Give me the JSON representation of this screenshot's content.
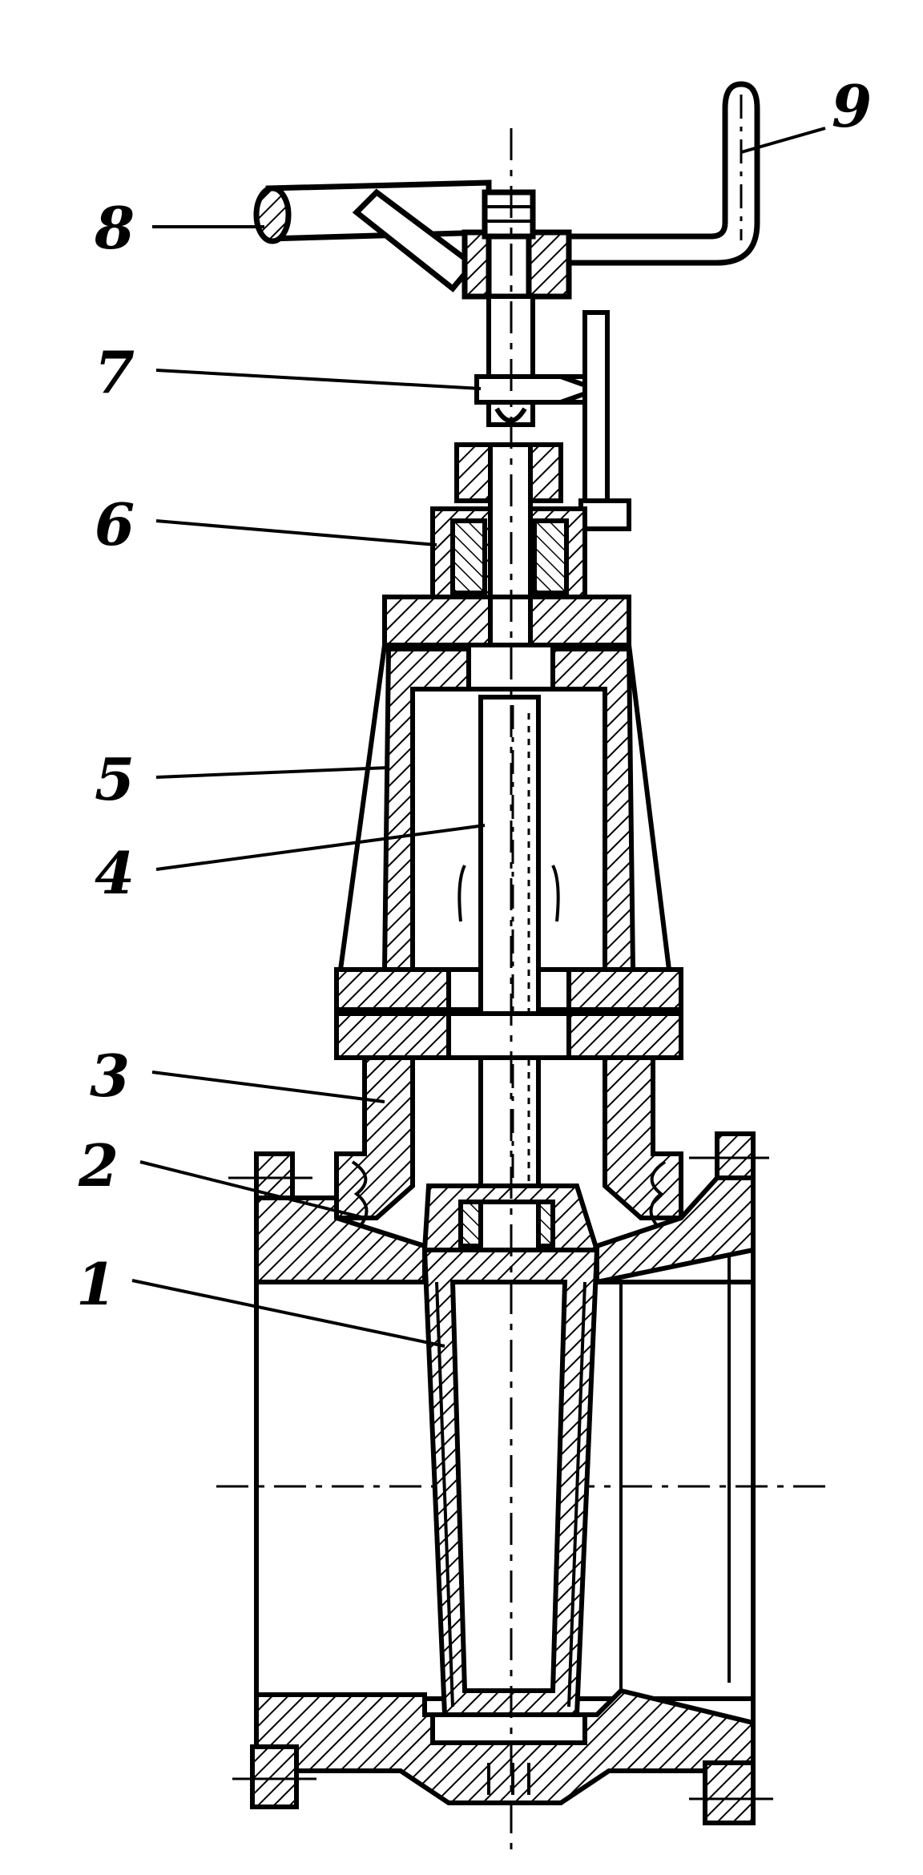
{
  "labels": {
    "l1": "1",
    "l2": "2",
    "l3": "3",
    "l4": "4",
    "l5": "5",
    "l6": "6",
    "l7": "7",
    "l8": "8",
    "l9": "9"
  },
  "colors": {
    "ink": "#000000",
    "paper": "#ffffff"
  }
}
